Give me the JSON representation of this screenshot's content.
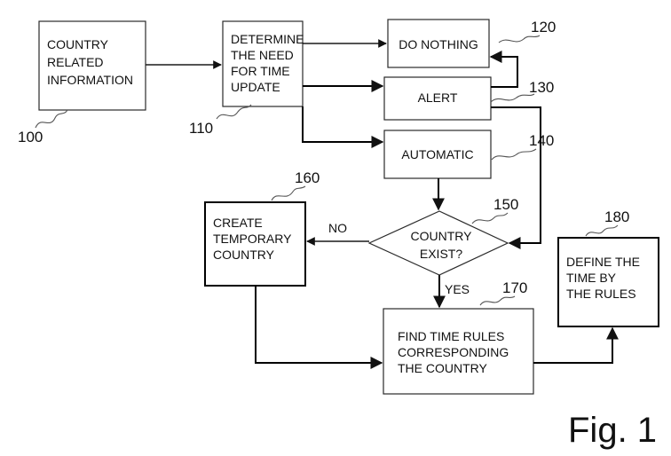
{
  "boxes": {
    "country_info": [
      "COUNTRY",
      "RELATED",
      "INFORMATION"
    ],
    "determine": [
      "DETERMINE",
      "THE NEED",
      "FOR TIME",
      "UPDATE"
    ],
    "do_nothing": "DO NOTHING",
    "alert": "ALERT",
    "automatic": "AUTOMATIC",
    "country_exist": [
      "COUNTRY",
      "EXIST?"
    ],
    "create_temp": [
      "CREATE",
      "TEMPORARY",
      "COUNTRY"
    ],
    "find_rules": [
      "FIND TIME RULES",
      "CORRESPONDING",
      "THE COUNTRY"
    ],
    "define_time": [
      "DEFINE THE",
      "TIME BY",
      "THE RULES"
    ]
  },
  "refs": {
    "r100": "100",
    "r110": "110",
    "r120": "120",
    "r130": "130",
    "r140": "140",
    "r150": "150",
    "r160": "160",
    "r170": "170",
    "r180": "180"
  },
  "edge_labels": {
    "no": "NO",
    "yes": "YES"
  },
  "figure_label": "Fig. 1"
}
